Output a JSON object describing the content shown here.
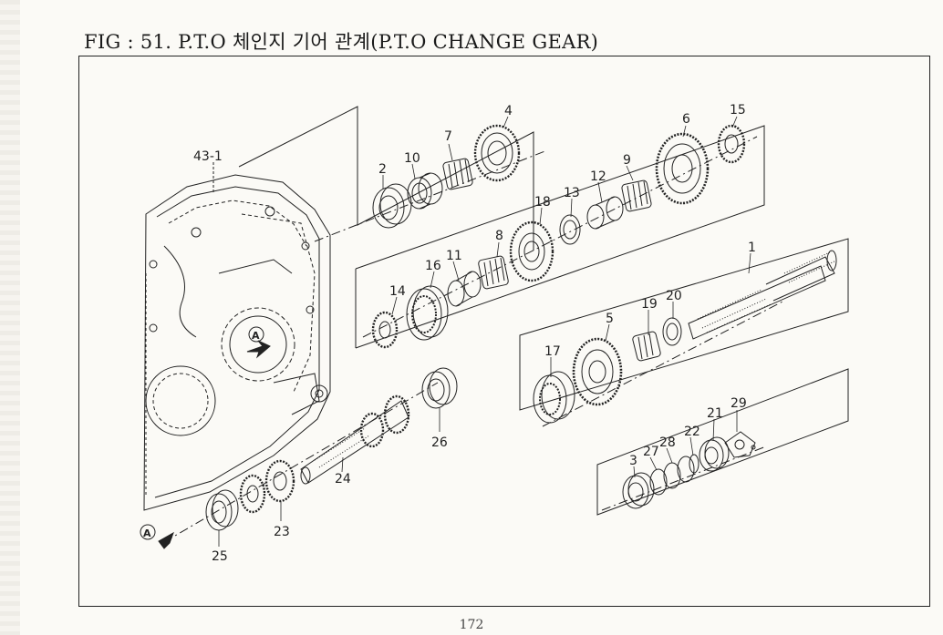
{
  "title": "FIG : 51. P.T.O 체인지 기어 관계(P.T.O CHANGE GEAR)",
  "page_number": "172",
  "view_marker": "A",
  "parts": [
    {
      "id": "p1",
      "label": "1"
    },
    {
      "id": "p2",
      "label": "2"
    },
    {
      "id": "p3",
      "label": "3"
    },
    {
      "id": "p4",
      "label": "4"
    },
    {
      "id": "p5",
      "label": "5"
    },
    {
      "id": "p6",
      "label": "6"
    },
    {
      "id": "p7",
      "label": "7"
    },
    {
      "id": "p8",
      "label": "8"
    },
    {
      "id": "p9",
      "label": "9"
    },
    {
      "id": "p10",
      "label": "10"
    },
    {
      "id": "p11",
      "label": "11"
    },
    {
      "id": "p12",
      "label": "12"
    },
    {
      "id": "p13",
      "label": "13"
    },
    {
      "id": "p14",
      "label": "14"
    },
    {
      "id": "p15",
      "label": "15"
    },
    {
      "id": "p16",
      "label": "16"
    },
    {
      "id": "p17",
      "label": "17"
    },
    {
      "id": "p18",
      "label": "18"
    },
    {
      "id": "p19",
      "label": "19"
    },
    {
      "id": "p20",
      "label": "20"
    },
    {
      "id": "p21",
      "label": "21"
    },
    {
      "id": "p22",
      "label": "22"
    },
    {
      "id": "p23",
      "label": "23"
    },
    {
      "id": "p24",
      "label": "24"
    },
    {
      "id": "p25",
      "label": "25"
    },
    {
      "id": "p26",
      "label": "26"
    },
    {
      "id": "p27",
      "label": "27"
    },
    {
      "id": "p28",
      "label": "28"
    },
    {
      "id": "p29",
      "label": "29"
    },
    {
      "id": "p43",
      "label": "43-1"
    }
  ]
}
